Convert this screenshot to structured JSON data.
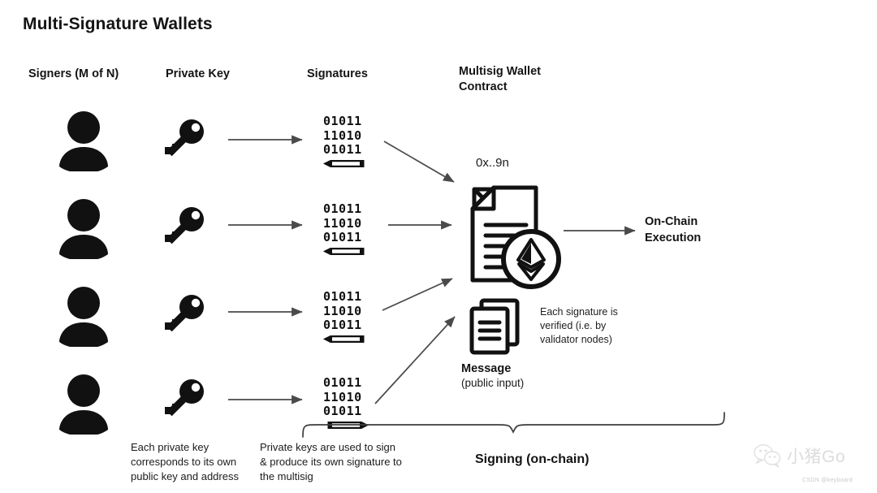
{
  "title": "Multi-Signature Wallets",
  "columns": {
    "signers": "Signers (M of N)",
    "private_key": "Private Key",
    "signatures": "Signatures",
    "contract_line1": "Multisig Wallet",
    "contract_line2": "Contract"
  },
  "contract": {
    "address": "0x..9n",
    "icon": "document-ethereum-icon"
  },
  "execution": {
    "line1": "On-Chain",
    "line2": "Execution"
  },
  "message": {
    "label": "Message",
    "sublabel": "(public input)",
    "icon": "stacked-documents-icon"
  },
  "verification_note": "Each signature is verified (i.e. by validator nodes)",
  "footnotes": {
    "private_key_note": "Each private key corresponds to its own public key and address",
    "signing_note": "Private keys are used to sign & produce its own signature to the multisig"
  },
  "brace_label": "Signing (on-chain)",
  "signers": [
    {
      "id": "signer-1",
      "person_icon": "person-icon",
      "key_icon": "key-icon",
      "signature": {
        "bits": [
          "01011",
          "11010",
          "01011"
        ],
        "pencil_icon": "pencil-icon"
      }
    },
    {
      "id": "signer-2",
      "person_icon": "person-icon",
      "key_icon": "key-icon",
      "signature": {
        "bits": [
          "01011",
          "11010",
          "01011"
        ],
        "pencil_icon": "pencil-icon"
      }
    },
    {
      "id": "signer-3",
      "person_icon": "person-icon",
      "key_icon": "key-icon",
      "signature": {
        "bits": [
          "01011",
          "11010",
          "01011"
        ],
        "pencil_icon": "pencil-icon"
      }
    },
    {
      "id": "signer-4",
      "person_icon": "person-icon",
      "key_icon": "key-icon",
      "signature": {
        "bits": [
          "01011",
          "11010",
          "01011"
        ],
        "pencil_icon": "pencil-icon"
      }
    }
  ],
  "watermark": {
    "text": "小猪Go",
    "icon": "wechat-icon",
    "credit": "CSDN @keyboard"
  },
  "colors": {
    "ink": "#111111",
    "arrow": "#4a4a4a",
    "background": "#ffffff",
    "watermark": "#8d8d8d"
  }
}
